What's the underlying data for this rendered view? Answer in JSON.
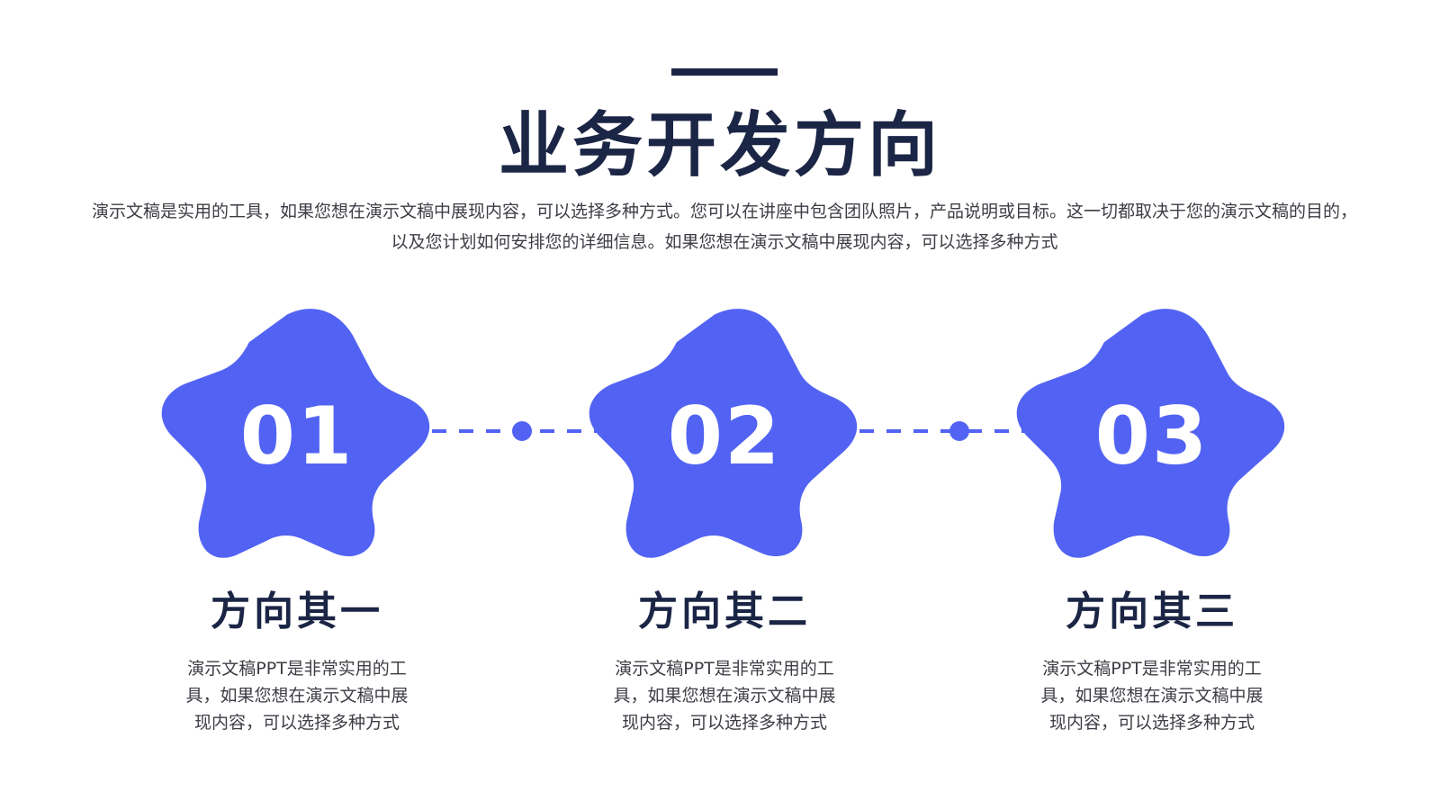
{
  "header": {
    "title": "业务开发方向",
    "description": "演示文稿是实用的工具，如果您想在演示文稿中展现内容，可以选择多种方式。您可以在讲座中包含团队照片，产品说明或目标。这一切都取决于您的演示文稿的目的，以及您计划如何安排您的详细信息。如果您想在演示文稿中展现内容，可以选择多种方式"
  },
  "steps": [
    {
      "number": "01",
      "title": "方向其一",
      "text": "演示文稿PPT是非常实用的工具，如果您想在演示文稿中展现内容，可以选择多种方式"
    },
    {
      "number": "02",
      "title": "方向其二",
      "text": "演示文稿PPT是非常实用的工具，如果您想在演示文稿中展现内容，可以选择多种方式"
    },
    {
      "number": "03",
      "title": "方向其三",
      "text": "演示文稿PPT是非常实用的工具，如果您想在演示文稿中展现内容，可以选择多种方式"
    }
  ],
  "colors": {
    "accent": "#5263f3",
    "dark": "#1b2545",
    "text": "#3d3d45"
  }
}
